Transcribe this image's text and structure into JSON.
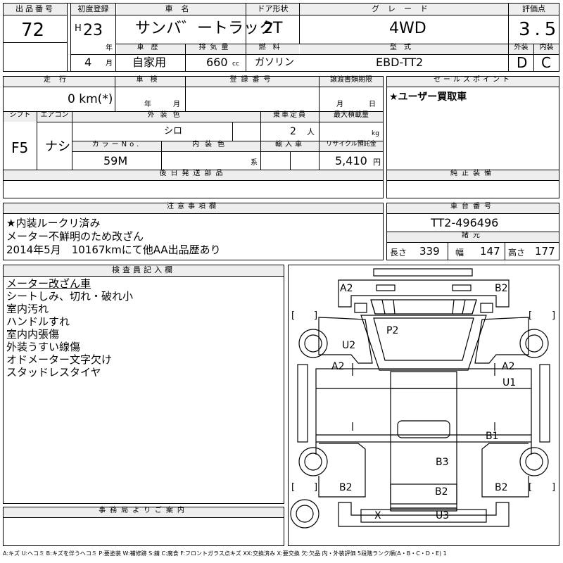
{
  "header": {
    "lot_label": "出品番号",
    "lot_value": "72",
    "first_reg_label": "初度登録",
    "era": "H",
    "year": "23",
    "year_unit": "年",
    "month": "4",
    "month_unit": "月",
    "car_name_label": "車名",
    "car_name": "サンバ゛ートラック",
    "door_label": "ドア形状",
    "door_value": "2T",
    "grade_label": "グレード",
    "grade_value": "4WD",
    "score_label": "評価点",
    "score_value": "3.5",
    "history_label": "車歴",
    "history_value": "自家用",
    "displacement_label": "排気量",
    "displacement_value": "660",
    "displacement_unit": "cc",
    "fuel_label": "燃料",
    "fuel_value": "ガソリン",
    "model_label": "型式",
    "model_value": "EBD-TT2",
    "exterior_label": "外装",
    "exterior_value": "D",
    "interior_label": "内装",
    "interior_value": "C"
  },
  "row2": {
    "mileage_label": "走行",
    "mileage_value": "0 km(*)",
    "inspection_label": "車検",
    "insp_year_unit": "年",
    "insp_month_unit": "月",
    "reg_no_label": "登録番号",
    "transfer_label": "譲渡書類期限",
    "transfer_month_unit": "月",
    "transfer_day_unit": "日",
    "sales_label": "セールスポイント",
    "sales_text": "★ユーザー買取車",
    "shift_label": "シフト",
    "shift_value": "F5",
    "ac_label": "エアコン",
    "ac_value": "ナシ",
    "ext_color_label": "外装色",
    "ext_color_value": "シロ",
    "capacity_label": "乗車定員",
    "capacity_value": "2",
    "capacity_unit": "人",
    "max_load_label": "最大積載量",
    "max_load_unit": "kg",
    "color_no_label": "カラーNo.",
    "color_no_value": "59M",
    "int_color_label": "内装色",
    "int_color_unit": "系",
    "import_label": "輸入車",
    "recycle_label": "リサイクル預託金",
    "recycle_value": "5,410",
    "recycle_unit": "円",
    "later_parts_label": "後日発送部品",
    "genuine_label": "純正装備"
  },
  "notes": {
    "label": "注意事項欄",
    "lines": [
      "★内装ルークリ済み",
      "メーター不鮮明のため改ざん",
      "2014年5月　10167kmにて他AA出品歴あり"
    ]
  },
  "chassis": {
    "label": "車台番号",
    "value": "TT2-496496",
    "dims_label": "諸元",
    "length_label": "長さ",
    "length_value": "339",
    "width_label": "幅",
    "width_value": "147",
    "height_label": "高さ",
    "height_value": "177"
  },
  "inspector": {
    "label": "検査員記入欄",
    "lines": [
      "メーター改ざん車",
      "シートしみ、切れ・破れ小",
      "室内汚れ",
      "ハンドルすれ",
      "室内内張傷",
      "外装うすい線傷",
      "オドメーター文字欠け",
      "スタッドレスタイヤ"
    ]
  },
  "office": {
    "label": "事務局よりご案内"
  },
  "diagram": {
    "marks": [
      "A2",
      "B2",
      "P2",
      "U2",
      "A2",
      "A2",
      "U1",
      "B1",
      "B3",
      "B2",
      "B2",
      "B2",
      "X",
      "U3"
    ],
    "bracket_left": "[",
    "bracket_right": "]"
  },
  "legend": "A:キズ U:ヘコミ B:キズを伴うヘコミ P:要塗装 W:補修跡 S:錆 C:腐食 F:フロントガラス点キズ XX:交換済み X:要交換 欠:欠品 内・外装評価 5段階ランク順(A・B・C・D・E) 1"
}
